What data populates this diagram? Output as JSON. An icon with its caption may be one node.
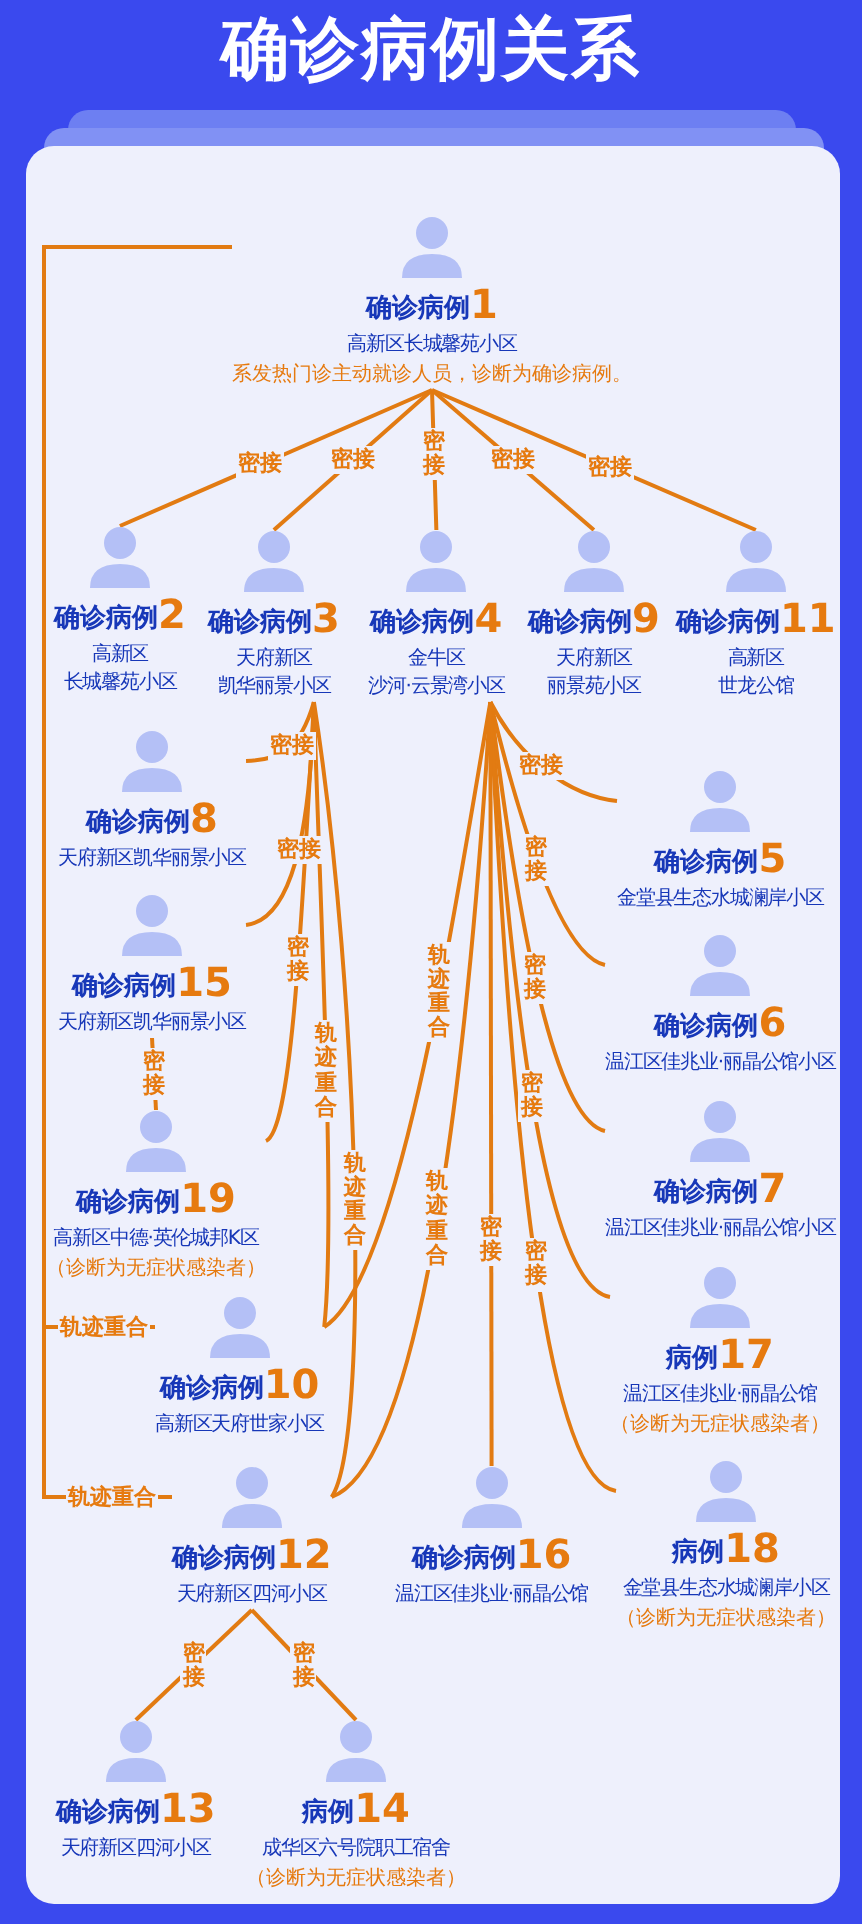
{
  "diagram": {
    "title": "确诊病例关系",
    "nodes": [
      {
        "text": [
          "确诊病例",
          "1",
          "高新区长城馨苑小区"
        ],
        "beside": [
          "系发热门诊主动就诊人员，诊断为确诊病例。"
        ]
      },
      {
        "text": [
          "确诊病例",
          "2",
          "高新区",
          "长城馨苑小区"
        ]
      },
      {
        "text": [
          "确诊病例",
          "3",
          "天府新区",
          "凯华丽景小区"
        ]
      },
      {
        "text": [
          "确诊病例",
          "4",
          "金牛区",
          "沙河·云景湾小区"
        ]
      },
      {
        "text": [
          "确诊病例",
          "9",
          "天府新区",
          "丽景苑小区"
        ]
      },
      {
        "text": [
          "确诊病例",
          "11",
          "高新区",
          "世龙公馆"
        ]
      },
      {
        "text": [
          "确诊病例",
          "8",
          "天府新区凯华丽景小区"
        ]
      },
      {
        "text": [
          "确诊病例",
          "5",
          "金堂县生态水城澜岸小区"
        ]
      },
      {
        "text": [
          "确诊病例",
          "15",
          "天府新区凯华丽景小区"
        ]
      },
      {
        "text": [
          "确诊病例",
          "6",
          "温江区佳兆业·丽晶公馆小区"
        ]
      },
      {
        "text": [
          "确诊病例",
          "19",
          "高新区中德·英伦城邦K区"
        ],
        "beside": [
          "（诊断为无症状感染者）"
        ]
      },
      {
        "text": [
          "确诊病例",
          "7",
          "温江区佳兆业·丽晶公馆小区"
        ]
      },
      {
        "text": [
          "确诊病例",
          "10",
          "高新区天府世家小区"
        ]
      },
      {
        "text": [
          "病例",
          "17",
          "温江区佳兆业·丽晶公馆"
        ],
        "beside": [
          "（诊断为无症状感染者）"
        ]
      },
      {
        "text": [
          "确诊病例",
          "12",
          "天府新区四河小区"
        ]
      },
      {
        "text": [
          "确诊病例",
          "16",
          "温江区佳兆业·丽晶公馆"
        ]
      },
      {
        "text": [
          "病例",
          "18",
          "金堂县生态水城澜岸小区"
        ],
        "beside": [
          "（诊断为无症状感染者）"
        ]
      },
      {
        "text": [
          "确诊病例",
          "13",
          "天府新区四河小区"
        ]
      },
      {
        "text": [
          "病例",
          "14",
          "成华区六号院职工宿舍"
        ],
        "beside": [
          "（诊断为无症状感染者）"
        ]
      }
    ],
    "edges": [
      {
        "from": 0,
        "to": 1,
        "arrow": "none",
        "label": "密接"
      },
      {
        "from": 0,
        "to": 2,
        "arrow": "none",
        "label": "密接"
      },
      {
        "from": 0,
        "to": 3,
        "arrow": "none",
        "label": "密接"
      },
      {
        "from": 0,
        "to": 4,
        "arrow": "none",
        "label": "密接"
      },
      {
        "from": 0,
        "to": 5,
        "arrow": "none",
        "label": "密接"
      },
      {
        "from": 2,
        "to": 6,
        "arrow": "none",
        "label": "密接"
      },
      {
        "from": 2,
        "to": 8,
        "arrow": "none",
        "label": "密接"
      },
      {
        "from": 2,
        "to": 10,
        "arrow": "none",
        "label": "密接"
      },
      {
        "from": 2,
        "to": 12,
        "arrow": "none",
        "label": "轨迹重合"
      },
      {
        "from": 2,
        "to": 14,
        "arrow": "none",
        "label": "轨迹重合"
      },
      {
        "from": 8,
        "to": 10,
        "arrow": "none",
        "label": "密接"
      },
      {
        "from": 3,
        "to": 7,
        "arrow": "none",
        "label": "密接"
      },
      {
        "from": 3,
        "to": 9,
        "arrow": "none",
        "label": "密接"
      },
      {
        "from": 3,
        "to": 11,
        "arrow": "none",
        "label": "密接"
      },
      {
        "from": 3,
        "to": 13,
        "arrow": "none",
        "label": "密接"
      },
      {
        "from": 3,
        "to": 16,
        "arrow": "none",
        "label": "密接"
      },
      {
        "from": 3,
        "to": 15,
        "arrow": "none",
        "label": "密接"
      },
      {
        "from": 3,
        "to": 12,
        "arrow": "none",
        "label": "轨迹重合"
      },
      {
        "from": 3,
        "to": 14,
        "arrow": "none",
        "label": "轨迹重合"
      },
      {
        "from": 0,
        "to": 12,
        "arrow": "none",
        "label": "轨迹重合"
      },
      {
        "from": 0,
        "to": 14,
        "arrow": "none",
        "label": "轨迹重合"
      },
      {
        "from": 14,
        "to": 17,
        "arrow": "none",
        "label": "密接"
      },
      {
        "from": 14,
        "to": 18,
        "arrow": "none",
        "label": "密接"
      }
    ]
  }
}
